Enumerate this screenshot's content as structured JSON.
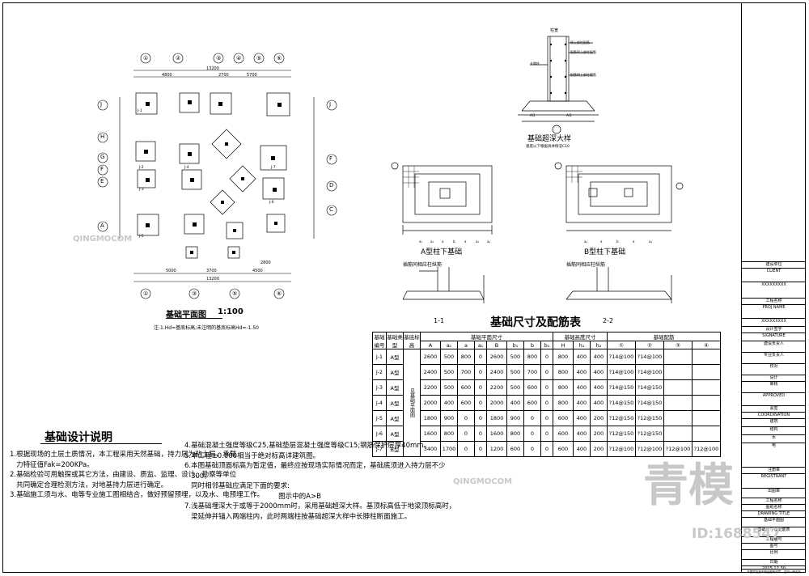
{
  "plan": {
    "title": "基础平面图",
    "scale": "1:100",
    "note": "注:1.Hd=基底标高;未注明的基底标高Hd=-1.50",
    "top_axes": [
      "①",
      "②",
      "③",
      "④",
      "⑤",
      "⑥"
    ],
    "bottom_axes": [
      "①",
      "③",
      "⑤",
      "⑥"
    ],
    "left_axes": [
      "J",
      "H",
      "G",
      "F",
      "E",
      "A"
    ],
    "right_axes": [
      "J",
      "F",
      "D",
      "C"
    ],
    "top_dim_total": "13200",
    "top_dims": [
      "4800",
      "2700",
      "5700"
    ],
    "bottom_dim_total": "13200",
    "bottom_dims": [
      "5000",
      "3700",
      "4500"
    ],
    "bottom_dim_extra": "2800",
    "footing_labels": [
      "J-1",
      "J-2",
      "J-3",
      "J-4",
      "J-5",
      "J-6",
      "J-7"
    ]
  },
  "detail_deep": {
    "title": "基础超深大样",
    "subtitle": "基底以下根据具体情况C10",
    "labels": [
      "柱宽",
      "原上部柱配筋",
      "长脖柱",
      "配筋同上部柱配筋",
      "配筋同上部柱箍筋"
    ],
    "dims": [
      "A/2",
      "A/2"
    ]
  },
  "detail_a": {
    "title": "A型柱下基础",
    "section": "1-1",
    "label": "插筋同相应柱纵筋",
    "dims": [
      "a₁",
      "a₁",
      "a",
      "b",
      "a",
      "a₁",
      "a₁"
    ]
  },
  "detail_b": {
    "title": "B型柱下基础",
    "section": "2-2",
    "label": "插筋同相应柱纵筋",
    "dims": [
      "a₁",
      "a",
      "b",
      "a",
      "a₁"
    ]
  },
  "table": {
    "title": "基础尺寸及配筋表",
    "headers": [
      "基础编号",
      "基础类型",
      "基底标高Hd",
      "基础平面尺寸",
      "A",
      "a₁",
      "a",
      "a₁",
      "B",
      "b₁",
      "b",
      "b₁",
      "基础高度尺寸",
      "H",
      "h₁",
      "h₂",
      "基础配筋",
      "①",
      "②",
      "③",
      "④"
    ],
    "group_headers": [
      "基础平面尺寸",
      "基础高度尺寸",
      "基础配筋"
    ],
    "col_headers": [
      "A",
      "a₁",
      "a",
      "a₁",
      "B",
      "b₁",
      "b",
      "b₁",
      "H",
      "h₁",
      "h₂",
      "①",
      "②",
      "③",
      "④"
    ],
    "row_head_labels": [
      "基础编号",
      "基础类型",
      "基底标高"
    ],
    "merged_note": "见基础平面图",
    "rows": [
      {
        "id": "J-1",
        "type": "A型",
        "v": [
          "2600",
          "500",
          "800",
          "0",
          "2600",
          "500",
          "800",
          "0",
          "800",
          "400",
          "400",
          "?14@100",
          "?14@100",
          "",
          ""
        ]
      },
      {
        "id": "J-2",
        "type": "A型",
        "v": [
          "2400",
          "500",
          "700",
          "0",
          "2400",
          "500",
          "700",
          "0",
          "800",
          "400",
          "400",
          "?14@100",
          "?14@100",
          "",
          ""
        ]
      },
      {
        "id": "J-3",
        "type": "A型",
        "v": [
          "2200",
          "500",
          "600",
          "0",
          "2200",
          "500",
          "600",
          "0",
          "800",
          "400",
          "400",
          "?14@150",
          "?14@150",
          "",
          ""
        ]
      },
      {
        "id": "J-4",
        "type": "A型",
        "v": [
          "2000",
          "400",
          "600",
          "0",
          "2000",
          "400",
          "600",
          "0",
          "800",
          "400",
          "400",
          "?14@150",
          "?14@150",
          "",
          ""
        ]
      },
      {
        "id": "J-5",
        "type": "A型",
        "v": [
          "1800",
          "900",
          "0",
          "0",
          "1800",
          "900",
          "0",
          "0",
          "600",
          "400",
          "200",
          "?12@150",
          "?12@150",
          "",
          ""
        ]
      },
      {
        "id": "J-6",
        "type": "A型",
        "v": [
          "1600",
          "800",
          "0",
          "0",
          "1600",
          "800",
          "0",
          "0",
          "600",
          "400",
          "200",
          "?12@150",
          "?12@150",
          "",
          ""
        ]
      },
      {
        "id": "J-7",
        "type": "B型",
        "v": [
          "3400",
          "1700",
          "0",
          "0",
          "1200",
          "600",
          "0",
          "0",
          "600",
          "400",
          "200",
          "?12@100",
          "?12@100",
          "?12@100",
          "?12@100"
        ]
      }
    ]
  },
  "notes": {
    "title": "基础设计说明",
    "left": "1.根据现场的土层土质情况，本工程采用天然基础，持力层为粘土层，承载\n   力特征值Fak=200KPa。\n2.基础检验可用触探或其它方法，由建设、质监、监理、设计、勘察等单位\n   共同确定合理检测方法，对地基持力层进行确定。\n3.基础施工须与水、电等专业施工图相结合，做好预留预埋，以及水、电预埋工作。",
    "right": "4.基础混凝土强度等级C25,基础垫层混凝土强度等级C15;钢筋保护层厚40mm。\n5.本工程±0.000相当于绝对标高详建筑图。\n6.本图基础顶面标高为暂定值，最终应按现场实际情况而定，基础底须进入持力层不少\n   300。\n   同时相邻基础应满足下面的要求:\n                                           图示中的A>B\n7.浅基础埋深大于或等于2000mm时，采用基础超深大样。基顶标高低于地梁顶标高时，\n   梁延伸并锚入两端柱内，此时两端柱按基础超深大样中长脖柱断面施工。"
  },
  "title_block": {
    "rows": [
      "建设单位",
      "CLIENT",
      "XXXXXXXXX",
      "工程名称",
      "PROJ NAME",
      "XXXXXXXXX",
      "设计签字",
      "SIGNATURE",
      "建设负责人",
      "专业负责人",
      "校对",
      "设计",
      "审核",
      "APPROVED",
      "会签",
      "COORDINATION",
      "建筑",
      "结构",
      "水",
      "电",
      "注册章",
      "REGISTRANT",
      "出图章",
      "工程名称",
      "图纸名称",
      "DRAWING TITLE",
      "基础平面图",
      "基础尺寸及配筋表",
      "工程编号",
      "图号",
      "比例",
      "日期",
      "2015.12.30"
    ],
    "footer": "本图须加盖本院出图专用章、否则一律无效"
  },
  "watermarks": [
    "青模",
    "ID:1688547",
    "QINGMOCOM"
  ]
}
